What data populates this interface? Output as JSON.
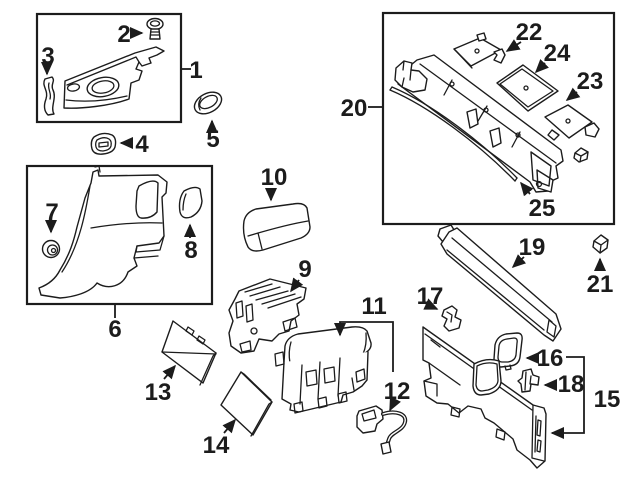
{
  "diagram": {
    "background_color": "#ffffff",
    "line_color": "#1c1c1c",
    "callouts": [
      {
        "label": "1"
      },
      {
        "label": "2"
      },
      {
        "label": "3"
      },
      {
        "label": "4"
      },
      {
        "label": "5"
      },
      {
        "label": "6"
      },
      {
        "label": "7"
      },
      {
        "label": "8"
      },
      {
        "label": "9"
      },
      {
        "label": "10"
      },
      {
        "label": "11"
      },
      {
        "label": "12"
      },
      {
        "label": "13"
      },
      {
        "label": "14"
      },
      {
        "label": "15"
      },
      {
        "label": "16"
      },
      {
        "label": "17"
      },
      {
        "label": "18"
      },
      {
        "label": "19"
      },
      {
        "label": "20"
      },
      {
        "label": "21"
      },
      {
        "label": "22"
      },
      {
        "label": "23"
      },
      {
        "label": "24"
      },
      {
        "label": "25"
      }
    ]
  }
}
